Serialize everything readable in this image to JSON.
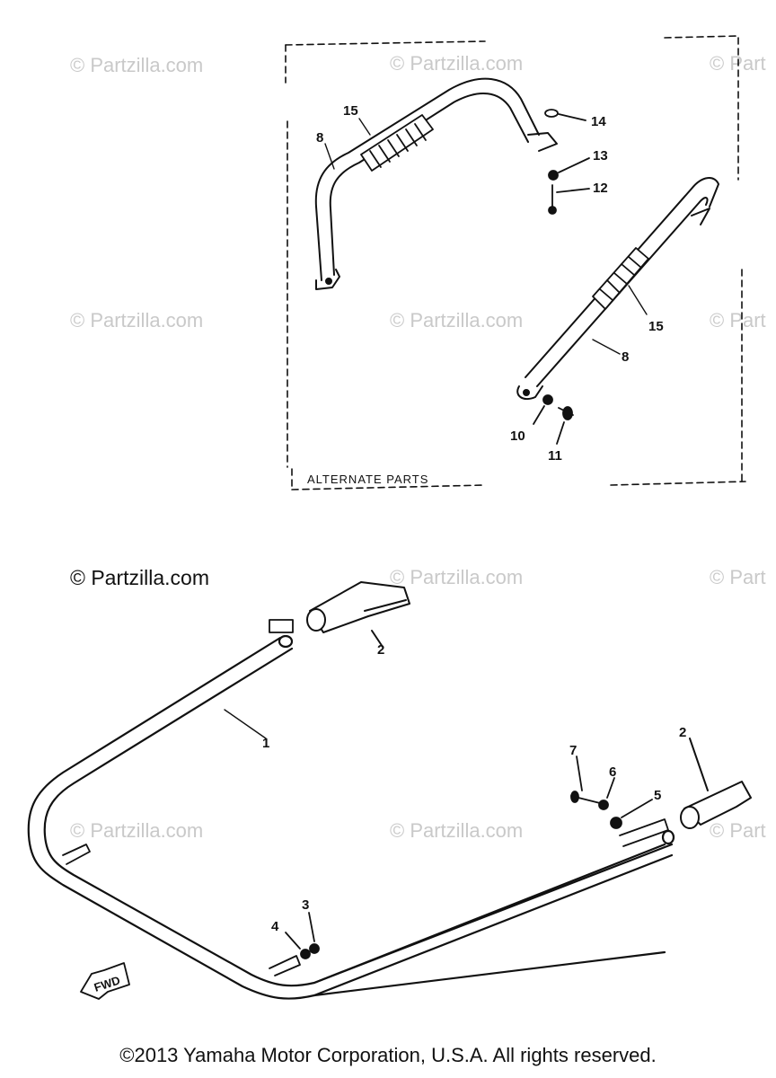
{
  "watermarks": {
    "faint": "© Partzilla.com",
    "faint_partial": "© Part",
    "bold": "© Partzilla.com"
  },
  "alternate_box": {
    "label": "ALTERNATE PARTS"
  },
  "callouts": {
    "c1": "1",
    "c2a": "2",
    "c2b": "2",
    "c3": "3",
    "c4": "4",
    "c5": "5",
    "c6": "6",
    "c7": "7",
    "c8a": "8",
    "c8b": "8",
    "c10": "10",
    "c11": "11",
    "c12": "12",
    "c13": "13",
    "c14": "14",
    "c15a": "15",
    "c15b": "15"
  },
  "fwd_label": "FWD",
  "copyright": "©2013 Yamaha Motor Corporation, U.S.A. All rights reserved."
}
